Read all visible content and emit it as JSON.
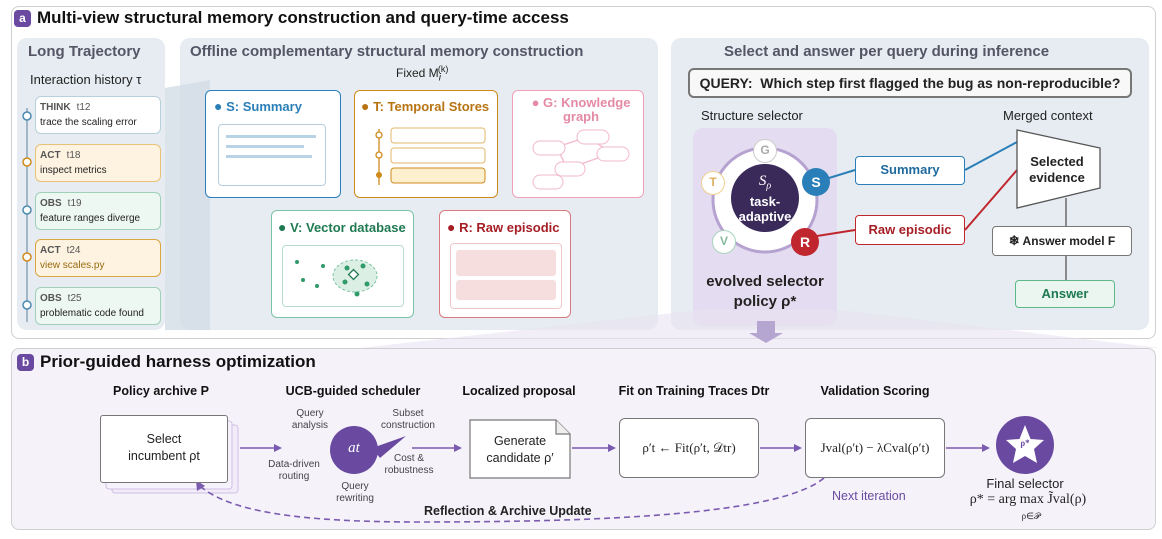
{
  "panel_a": {
    "badge": "a",
    "title": "Multi-view structural memory construction and query-time access",
    "trajectory": {
      "title": "Long Trajectory",
      "history_label": "Interaction history τ",
      "steps": [
        {
          "tag": "THINK",
          "time": "t12",
          "text": "trace the scaling error"
        },
        {
          "tag": "ACT",
          "time": "t18",
          "text": "inspect metrics"
        },
        {
          "tag": "OBS",
          "time": "t19",
          "text": "feature ranges diverge"
        },
        {
          "tag": "ACT",
          "time": "t24",
          "text": "view scales.py"
        },
        {
          "tag": "OBS",
          "time": "t25",
          "text": "problematic code found"
        }
      ]
    },
    "offline": {
      "title": "Offline complementary structural memory construction",
      "fixed_label": "Fixed M",
      "fixed_sup": "(k)",
      "fixed_sub": "i",
      "stores": {
        "summary": "S: Summary",
        "temporal": "T: Temporal Stores",
        "graph": "G: Knowledge graph",
        "vector": "V: Vector database",
        "raw": "R: Raw episodic"
      }
    },
    "inference": {
      "title": "Select and answer per query during inference",
      "query_label": "QUERY:",
      "query_text": "Which step first flagged the bug as non-reproducible?",
      "selector_label": "Structure selector",
      "merged_label": "Merged context",
      "selector_center": {
        "symbol": "S",
        "sub": "ρ",
        "line1": "task-",
        "line2": "adaptive"
      },
      "nodes": {
        "g": "G",
        "t": "T",
        "s": "S",
        "r": "R",
        "v": "V"
      },
      "summary_box": "Summary",
      "raw_box": "Raw episodic",
      "selected_evidence": "Selected evidence",
      "answer_model": "Answer model F",
      "answer": "Answer",
      "evolved_line1": "evolved selector",
      "evolved_line2": "policy ρ*"
    }
  },
  "panel_b": {
    "badge": "b",
    "title": "Prior-guided harness optimization",
    "policy_archive": {
      "title": "Policy archive P",
      "box_line1": "Select",
      "box_line2": "incumbent ρt"
    },
    "scheduler": {
      "title": "UCB-guided scheduler",
      "center": "at",
      "labels": {
        "query_analysis": "Query analysis",
        "subset_construction": "Subset construction",
        "data_driven_routing": "Data-driven routing",
        "cost_robustness": "Cost & robustness",
        "query_rewriting": "Query rewriting"
      }
    },
    "proposal": {
      "title": "Localized proposal",
      "line1": "Generate",
      "line2": "candidate ρ′"
    },
    "fit": {
      "title": "Fit on Training Traces Dtr",
      "formula": "ρ′t ← Fit(ρ′t, 𝒟tr)"
    },
    "validation": {
      "title": "Validation Scoring",
      "formula": "Jval(ρ′t) − λCval(ρ′t)"
    },
    "final": {
      "star": "ρ*",
      "label": "Final selector",
      "formula": "ρ* = arg max J̃val(ρ)",
      "formula_sub": "ρ∈𝒫"
    },
    "next_iteration": "Next iteration",
    "reflection": "Reflection & Archive Update"
  },
  "colors": {
    "accent_purple": "#6a4aa0",
    "summary_blue": "#2b7fb8",
    "temporal_orange": "#d08a1c",
    "graph_pink": "#e07a95",
    "vector_green": "#2f9a6a",
    "raw_red": "#c0262d"
  }
}
